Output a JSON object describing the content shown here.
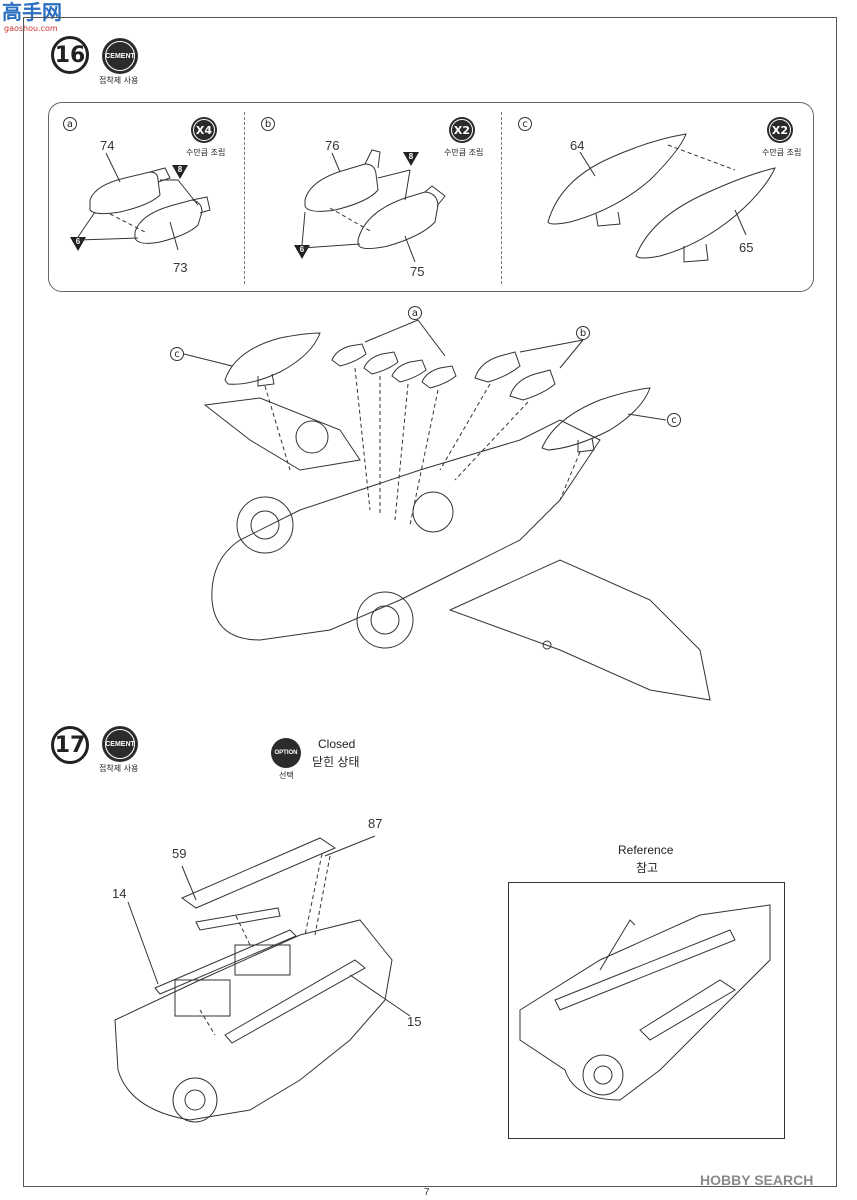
{
  "watermark": {
    "title": "高手网",
    "sub": "gaoshou.com"
  },
  "step16": {
    "number": "16",
    "cement": "CEMENT",
    "cement_note": "접착제 사용",
    "panels": [
      {
        "letter": "a",
        "multiplier": "X4",
        "multiplier_note": "수만큼 조립",
        "parts": [
          "74",
          "73"
        ],
        "markers": [
          "8",
          "6"
        ]
      },
      {
        "letter": "b",
        "multiplier": "X2",
        "multiplier_note": "수만큼 조립",
        "parts": [
          "76",
          "75"
        ],
        "markers": [
          "8",
          "6"
        ]
      },
      {
        "letter": "c",
        "multiplier": "X2",
        "multiplier_note": "수만큼 조립",
        "parts": [
          "64",
          "65"
        ]
      }
    ],
    "callouts": {
      "a": "a",
      "b": "b",
      "c_left": "c",
      "c_right": "c"
    }
  },
  "step17": {
    "number": "17",
    "cement": "CEMENT",
    "cement_note": "접착제 사용",
    "option": "OPTION",
    "option_note": "선택",
    "closed_en": "Closed",
    "closed_ko": "닫힌 상태",
    "parts": {
      "p59": "59",
      "p87": "87",
      "p14": "14",
      "p15": "15"
    },
    "reference_en": "Reference",
    "reference_ko": "참고"
  },
  "footer": {
    "page": "7",
    "brand": "HOBBY SEARCH"
  }
}
